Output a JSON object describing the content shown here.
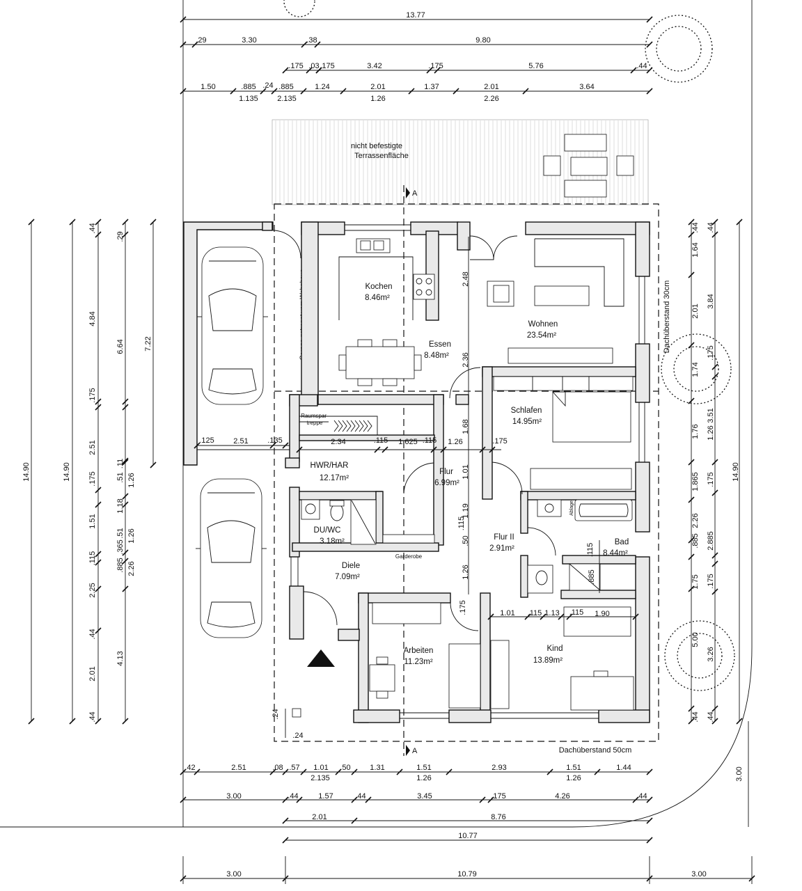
{
  "top_dims": {
    "overall": "13.77",
    "row1": [
      ".29",
      "3.30",
      ".38",
      "9.80"
    ],
    "row2": [
      ".175",
      ".03",
      ".175",
      "3.42",
      ".175",
      "5.76",
      ".44"
    ],
    "row3a": [
      "1.50",
      ".885",
      ".24",
      ".885",
      "1.24",
      "2.01",
      "1.37",
      "2.01",
      "3.64"
    ],
    "row3b": [
      "1.135",
      "2.135",
      "1.26",
      "2.26"
    ]
  },
  "bottom_dims": {
    "row1a": [
      ".42",
      "2.51",
      ".08",
      ".57",
      "1.01",
      ".50",
      "1.31",
      "1.51",
      "2.93",
      "1.51",
      "1.44"
    ],
    "row1b": [
      "2.135",
      "1.26",
      "1.26"
    ],
    "row2": [
      "3.00",
      ".44",
      "1.57",
      ".44",
      "3.45",
      ".175",
      "4.26",
      ".44"
    ],
    "row3": [
      "2.01",
      "8.76"
    ],
    "row4": "10.77",
    "row5": [
      "3.00",
      "10.79",
      "3.00"
    ]
  },
  "left_dims": {
    "col1": "14.90",
    "col2": "14.90",
    "col3": [
      ".44",
      "4.84",
      ".175",
      "2.51",
      ".175",
      "1.51",
      ".115",
      "2.25",
      ".44",
      "2.01",
      ".44"
    ],
    "col4": [
      ".29",
      "6.64",
      ".11",
      ".51",
      "1.18",
      ".51",
      ".365",
      ".885",
      "4.13"
    ],
    "col4b": [
      "1.26",
      "1.26",
      "2.26"
    ],
    "col5": "7.22"
  },
  "right_dims": {
    "col1": [
      ".44",
      "1.64",
      "2.01",
      "1.74",
      "1.76",
      "1.865",
      "2.26",
      ".885",
      "1.75",
      "5.00",
      ".44"
    ],
    "col2": [
      ".44",
      "3.84",
      ".175",
      "3.51",
      "1.26",
      ".175",
      "2.885",
      ".175",
      "3.26",
      ".44"
    ],
    "col3": "14.90",
    "col4": "3.00"
  },
  "inner_dims": {
    "garage_row": [
      ".125",
      "2.51",
      ".135"
    ],
    "middle_row": [
      "2.34",
      ".115",
      "1.625",
      ".115",
      "1.26",
      ".175"
    ],
    "lower_row": [
      "1.01",
      ".115",
      "1.13",
      ".115",
      "1.90"
    ],
    "kitchen_v": [
      "2.48",
      "2.36",
      "1.68"
    ],
    "hall_v": [
      "1.01",
      "1.19",
      ".115",
      ".50",
      "1.26",
      ".175"
    ],
    "bath_v": [
      ".115",
      ".885"
    ],
    "entry_v": [
      ".24",
      ".24"
    ]
  },
  "labels": {
    "terrace": [
      "nicht befestigte",
      "Terrassenfläche"
    ],
    "section_mark": "A",
    "garage_note": "Garage getrennt vom Wohnhaus",
    "roof_top": "Dachüberstand 30cm",
    "roof_bottom": "Dachüberstand 50cm",
    "stair": [
      "Raumspar-",
      "treppe"
    ],
    "wardrobe": "Garderobe",
    "shelf": "Ablage"
  },
  "rooms": [
    {
      "name": "Kochen",
      "area": "8.46m²"
    },
    {
      "name": "Essen",
      "area": "8.48m²"
    },
    {
      "name": "Wohnen",
      "area": "23.54m²"
    },
    {
      "name": "Schlafen",
      "area": "14.95m²"
    },
    {
      "name": "HWR/HAR",
      "area": "12.17m²"
    },
    {
      "name": "Flur",
      "area": "6.99m²"
    },
    {
      "name": "DU/WC",
      "area": "3.18m²"
    },
    {
      "name": "Flur II",
      "area": "2.91m²"
    },
    {
      "name": "Bad",
      "area": "8.44m²"
    },
    {
      "name": "Diele",
      "area": "7.09m²"
    },
    {
      "name": "Arbeiten",
      "area": "11.23m²"
    },
    {
      "name": "Kind",
      "area": "13.89m²"
    }
  ]
}
